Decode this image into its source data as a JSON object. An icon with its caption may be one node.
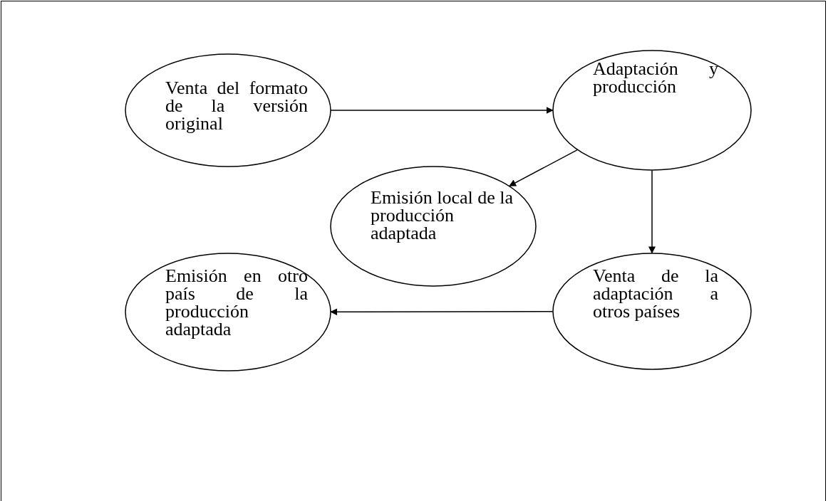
{
  "diagram": {
    "nodes": [
      {
        "text": [
          "Venta del formato de la versión original"
        ]
      },
      {
        "text": [
          "Adaptación y producción"
        ]
      },
      {
        "text": [
          "Emisión local de la producción adaptada"
        ]
      },
      {
        "text": [
          "Venta de la adaptación a otros países"
        ]
      },
      {
        "text": [
          "Emisión en otro país de la producción adaptada"
        ]
      }
    ],
    "edges": [
      {
        "from": 0,
        "to": 1,
        "arrow": "to"
      },
      {
        "from": 1,
        "to": 2,
        "arrow": "to"
      },
      {
        "from": 1,
        "to": 3,
        "arrow": "to"
      },
      {
        "from": 3,
        "to": 4,
        "arrow": "to"
      }
    ]
  }
}
